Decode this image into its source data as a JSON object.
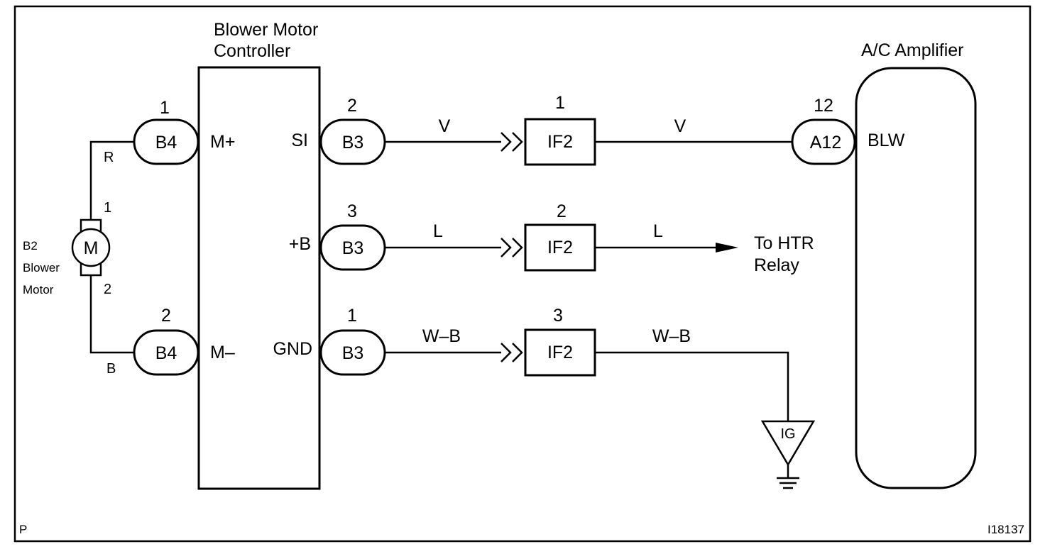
{
  "blower_motor_controller": {
    "title_line1": "Blower Motor",
    "title_line2": "Controller",
    "pins": {
      "m_plus": "M+",
      "m_minus": "M–",
      "si": "SI",
      "plus_b": "+B",
      "gnd": "GND"
    }
  },
  "ac_amplifier": {
    "title": "A/C Amplifier",
    "pin": "BLW"
  },
  "blower_motor": {
    "symbol": "M",
    "label_line1": "B2",
    "label_line2": "Blower",
    "label_line3": "Motor",
    "pin_top": "1",
    "pin_bottom": "2"
  },
  "connectors": {
    "b4_top": {
      "label": "B4",
      "pin": "1"
    },
    "b4_bottom": {
      "label": "B4",
      "pin": "2"
    },
    "b3_si": {
      "label": "B3",
      "pin": "2"
    },
    "b3_b": {
      "label": "B3",
      "pin": "3"
    },
    "b3_gnd": {
      "label": "B3",
      "pin": "1"
    },
    "if2_1": {
      "label": "IF2",
      "pin": "1"
    },
    "if2_2": {
      "label": "IF2",
      "pin": "2"
    },
    "if2_3": {
      "label": "IF2",
      "pin": "3"
    },
    "a12": {
      "label": "A12",
      "pin": "12"
    }
  },
  "wires": {
    "motor_top": "R",
    "motor_bottom": "B",
    "si_left": "V",
    "si_right": "V",
    "b_left": "L",
    "b_right": "L",
    "gnd_left": "W–B",
    "gnd_right": "W–B"
  },
  "to_htr_relay": {
    "line1": "To HTR",
    "line2": "Relay"
  },
  "ground": {
    "label": "IG"
  },
  "corner_left": "P",
  "corner_right": "I18137"
}
